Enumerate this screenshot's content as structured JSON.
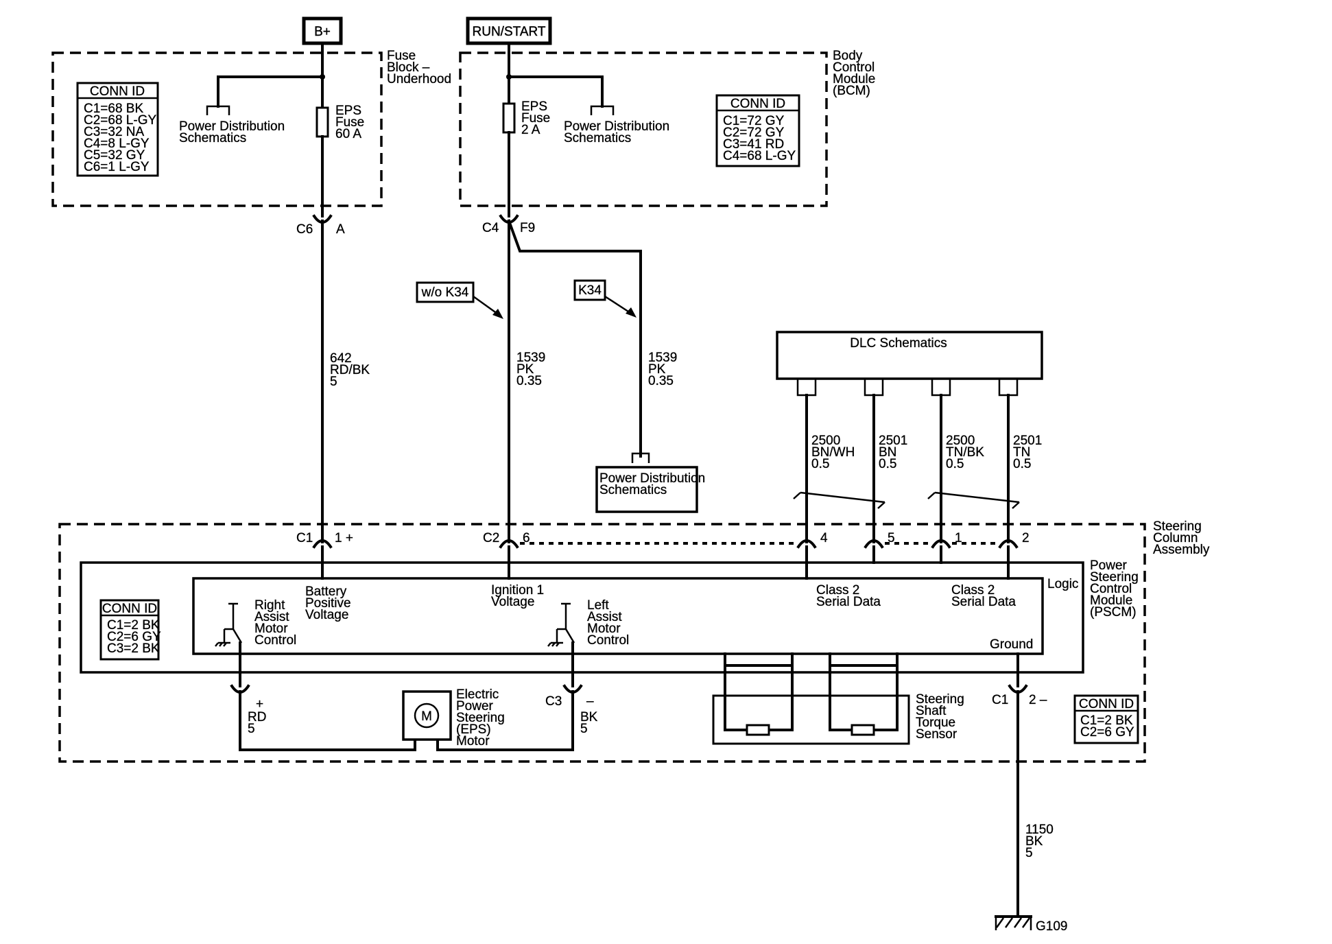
{
  "power_sources": {
    "bplus": "B+",
    "run_start": "RUN/START"
  },
  "fuse_block": {
    "label": [
      "Fuse",
      "Block –",
      "Underhood"
    ],
    "conn_id_title": "CONN ID",
    "conn_ids": [
      "C1=68 BK",
      "C2=68 L-GY",
      "C3=32 NA",
      "C4=8 L-GY",
      "C5=32 GY",
      "C6=1 L-GY"
    ],
    "power_dist": [
      "Power Distribution",
      "Schematics"
    ],
    "fuse": [
      "EPS",
      "Fuse",
      "60 A"
    ],
    "connector": "C6",
    "pin": "A"
  },
  "bcm": {
    "label": [
      "Body",
      "Control",
      "Module",
      "(BCM)"
    ],
    "conn_id_title": "CONN ID",
    "conn_ids": [
      "C1=72 GY",
      "C2=72 GY",
      "C3=41 RD",
      "C4=68 L-GY"
    ],
    "power_dist": [
      "Power Distribution",
      "Schematics"
    ],
    "fuse": [
      "EPS",
      "Fuse",
      "2 A"
    ],
    "connector": "C4",
    "pin": "F9"
  },
  "options": {
    "wo_k34": "w/o K34",
    "k34": "K34"
  },
  "wires": {
    "w642": [
      "642",
      "RD/BK",
      "5"
    ],
    "w1539a": [
      "1539",
      "PK",
      "0.35"
    ],
    "w1539b": [
      "1539",
      "PK",
      "0.35"
    ],
    "w2500a": [
      "2500",
      "BN/WH",
      "0.5"
    ],
    "w2501a": [
      "2501",
      "BN",
      "0.5"
    ],
    "w2500b": [
      "2500",
      "TN/BK",
      "0.5"
    ],
    "w2501b": [
      "2501",
      "TN",
      "0.5"
    ],
    "w1150": [
      "1150",
      "BK",
      "5"
    ],
    "rd": [
      "RD",
      "5"
    ],
    "bk": [
      "BK",
      "5"
    ]
  },
  "power_dist_box": [
    "Power Distribution",
    "Schematics"
  ],
  "dlc": "DLC Schematics",
  "steering_column": {
    "label": [
      "Steering",
      "Column",
      "Assembly"
    ],
    "pscm_label": [
      "Power",
      "Steering",
      "Control",
      "Module",
      "(PSCM)"
    ],
    "logic": "Logic",
    "conn_id_title": "CONN ID",
    "conn_ids": [
      "C1=2 BK",
      "C2=6 GY",
      "C3=2 BK"
    ],
    "c1": "C1",
    "c1_pin": "1 +",
    "c2": "C2",
    "c2_pin": "6",
    "pin4": "4",
    "pin5": "5",
    "pin1": "1",
    "pin2": "2",
    "battery": [
      "Battery",
      "Positive",
      "Voltage"
    ],
    "ignition": [
      "Ignition 1",
      "Voltage"
    ],
    "class2a": [
      "Class 2",
      "Serial Data"
    ],
    "class2b": [
      "Class 2",
      "Serial Data"
    ],
    "ground": "Ground",
    "right_assist": [
      "Right",
      "Assist",
      "Motor",
      "Control"
    ],
    "left_assist": [
      "Left",
      "Assist",
      "Motor",
      "Control"
    ],
    "plus": "+",
    "minus": "–",
    "c3": "C3",
    "motor_symbol": "M",
    "motor_label": [
      "Electric",
      "Power",
      "Steering",
      "(EPS)",
      "Motor"
    ],
    "sensor_label": [
      "Steering",
      "Shaft",
      "Torque",
      "Sensor"
    ],
    "gnd_conn": "C1",
    "gnd_pin": "2 –",
    "motor_conn_id_title": "CONN ID",
    "motor_conn_ids": [
      "C1=2 BK",
      "C2=6 GY"
    ]
  },
  "ground_point": "G109"
}
